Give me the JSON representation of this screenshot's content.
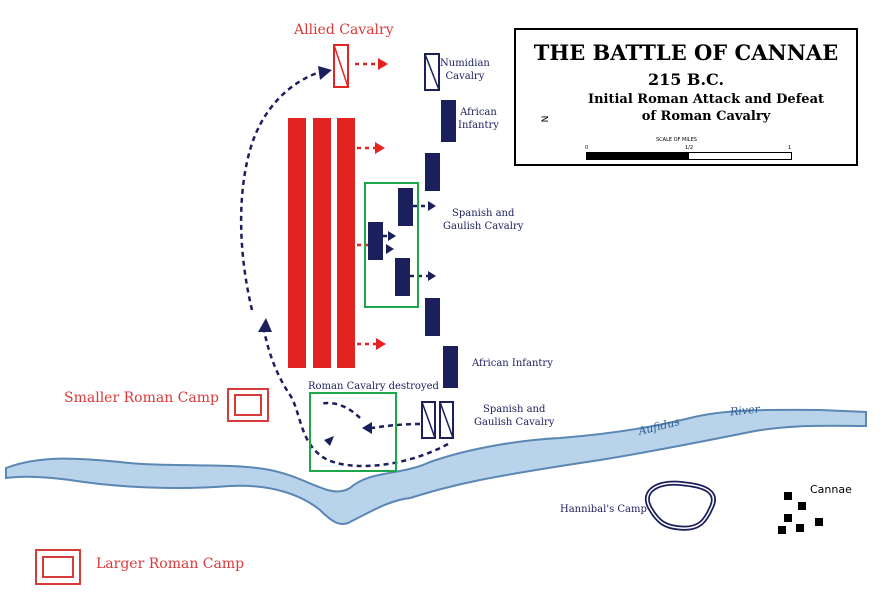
{
  "title_box": {
    "title": "THE BATTLE OF CANNAE",
    "year": "215 B.C.",
    "subtitle_line1": "Initial Roman Attack and Defeat",
    "subtitle_line2": "of Roman Cavalry",
    "scale_label": "SCALE OF MILES",
    "scale_ticks": [
      "0",
      "1/2",
      "1"
    ],
    "north_label": "N"
  },
  "labels": {
    "allied_cavalry": "Allied Cavalry",
    "numidian_cavalry": [
      "Numidian",
      "Cavalry"
    ],
    "african_infantry_top": [
      "African",
      "Infantry"
    ],
    "spanish_gaulish_top": [
      "Spanish and",
      "Gaulish Cavalry"
    ],
    "african_infantry_bottom": "African Infantry",
    "roman_cavalry_destroyed": "Roman Cavalry destroyed",
    "spanish_gaulish_bottom": [
      "Spanish and",
      "Gaulish Cavalry"
    ],
    "smaller_roman_camp": "Smaller Roman Camp",
    "larger_roman_camp": "Larger Roman Camp",
    "hannibals_camp": "Hannibal's Camp",
    "river": [
      "Aufidus",
      "River"
    ],
    "town": "Cannae"
  },
  "colors": {
    "roman": "#e32222",
    "carthaginian": "#1b1f5c",
    "river_fill": "#b9d4ea",
    "river_stroke": "#5b87b4",
    "highlight": "#1da64a"
  }
}
